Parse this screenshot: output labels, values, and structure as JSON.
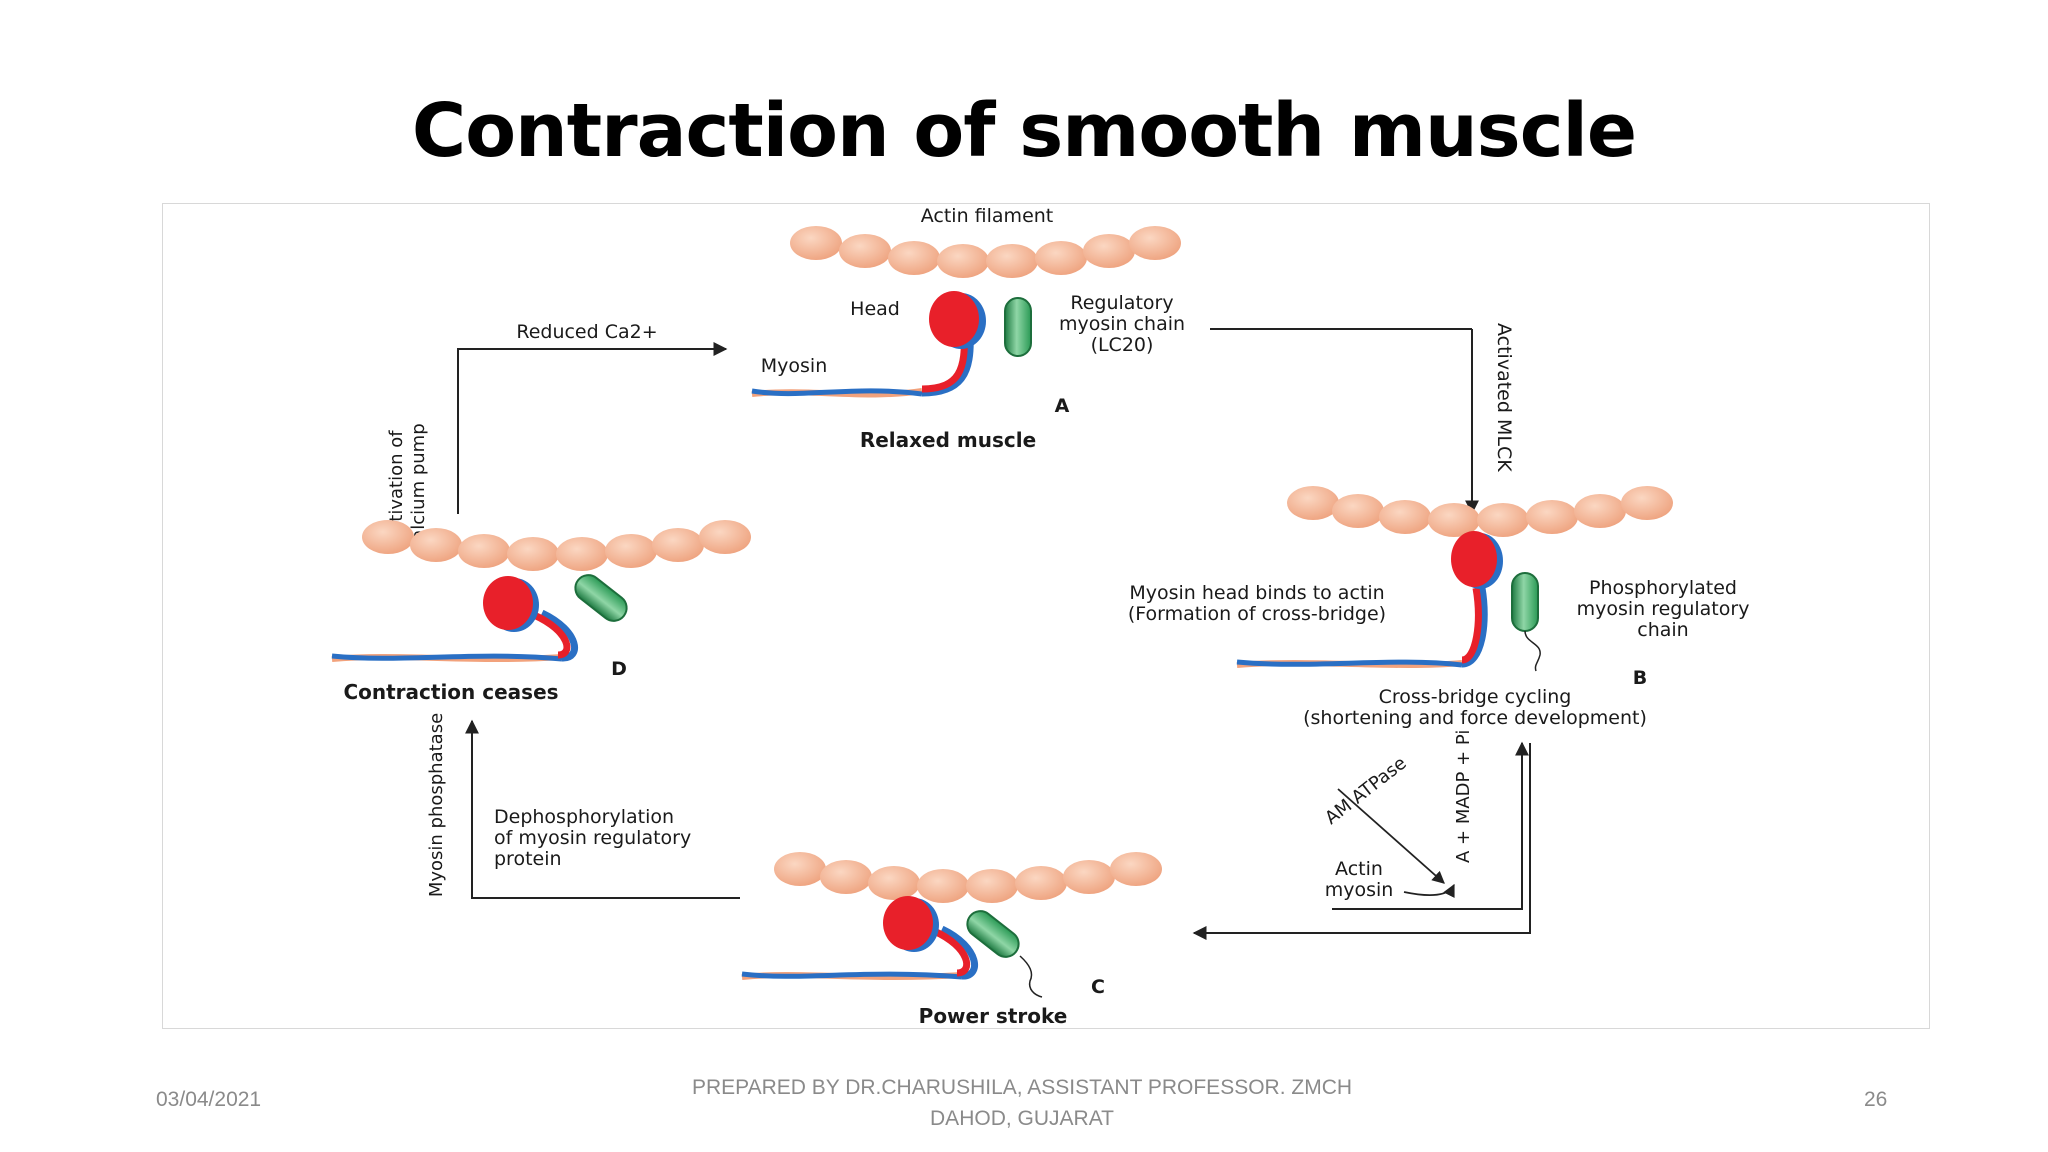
{
  "slide": {
    "title": "Contraction of smooth muscle"
  },
  "diagram": {
    "actin_filament": "Actin filament",
    "head": "Head",
    "myosin": "Myosin",
    "regulatory_line1": "Regulatory",
    "regulatory_line2": "myosin chain",
    "regulatory_line3": "(LC20)",
    "label_a": "A",
    "relaxed_muscle": "Relaxed muscle",
    "reduced_ca": "Reduced Ca2+",
    "activation_line1": "Activation of",
    "activation_line2": "calcium pump",
    "activated_mlck": "Activated MLCK",
    "binds_line1": "Myosin head binds to actin",
    "binds_line2": "(Formation of cross-bridge)",
    "phos_line1": "Phosphorylated",
    "phos_line2": "myosin regulatory",
    "phos_line3": "chain",
    "label_b": "B",
    "cycling_line1": "Cross-bridge cycling",
    "cycling_line2": "(shortening and force development)",
    "am_atpase": "AM ATPase",
    "adp_pi": "A + MADP + Pi",
    "actin_myosin_line1": "Actin",
    "actin_myosin_line2": "myosin",
    "label_c": "C",
    "power_stroke": "Power stroke",
    "dephos_line1": "Dephosphorylation",
    "dephos_line2": "of myosin regulatory",
    "dephos_line3": "protein",
    "myosin_phosphatase": "Myosin phosphatase",
    "label_d": "D",
    "contraction_ceases": "Contraction ceases"
  },
  "footer": {
    "date": "03/04/2021",
    "prepared_line1": "PREPARED BY DR.CHARUSHILA, ASSISTANT PROFESSOR. ZMCH",
    "prepared_line2": "DAHOD, GUJARAT",
    "page": "26"
  },
  "colors": {
    "actin_bead": "#f4b896",
    "myosin_head": "#e8202a",
    "myosin_blue": "#2a6fc4",
    "regulatory_chain": "#2f9a56"
  }
}
